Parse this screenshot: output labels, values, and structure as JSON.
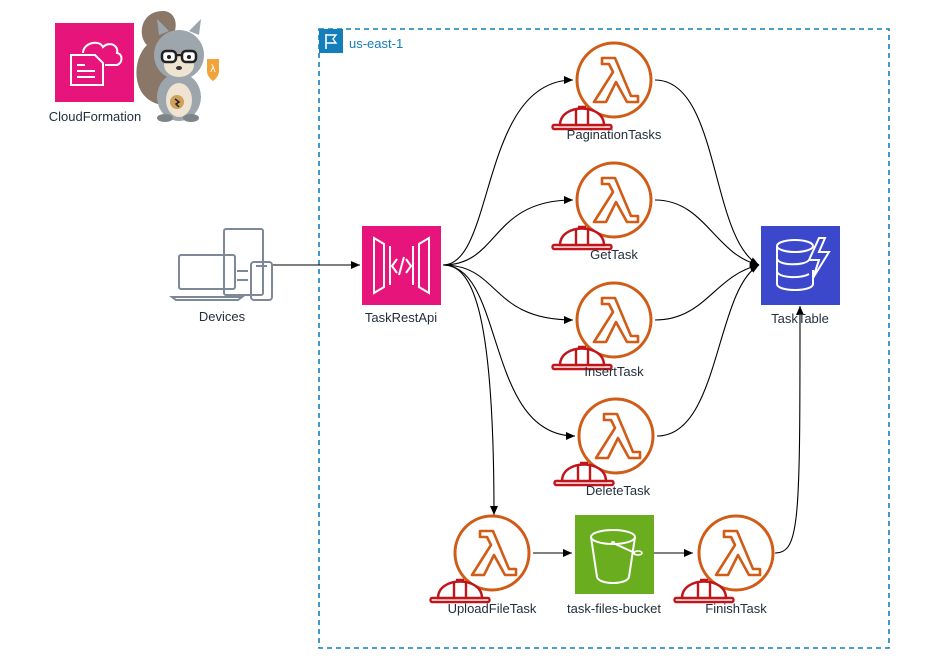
{
  "colors": {
    "region_border": "#147eba",
    "lambda_orange": "#d05c17",
    "hat_red": "#c0151b",
    "api_pink": "#e7157b",
    "dynamo_blue": "#3b48cc",
    "s3_green": "#6aae20",
    "device_gray": "#7d8998",
    "edge": "#000000"
  },
  "region": {
    "label": "us-east-1",
    "icon": "flag-icon"
  },
  "nodes": {
    "cloudformation": {
      "label": "CloudFormation",
      "icon": "cloudformation-icon"
    },
    "devices": {
      "label": "Devices",
      "icon": "devices-icon"
    },
    "task_rest_api": {
      "label": "TaskRestApi",
      "icon": "api-gateway-icon"
    },
    "pagination_tasks": {
      "label": "PaginationTasks",
      "icon": "lambda-icon"
    },
    "get_task": {
      "label": "GetTask",
      "icon": "lambda-icon"
    },
    "insert_task": {
      "label": "InsertTask",
      "icon": "lambda-icon"
    },
    "delete_task": {
      "label": "DeleteTask",
      "icon": "lambda-icon"
    },
    "upload_file_task": {
      "label": "UploadFileTask",
      "icon": "lambda-icon"
    },
    "task_files_bucket": {
      "label": "task-files-bucket",
      "icon": "s3-bucket-icon"
    },
    "finish_task": {
      "label": "FinishTask",
      "icon": "lambda-icon"
    },
    "task_table": {
      "label": "TaskTable",
      "icon": "dynamodb-icon"
    }
  },
  "edges": [
    {
      "from": "devices",
      "to": "task_rest_api"
    },
    {
      "from": "task_rest_api",
      "to": "pagination_tasks"
    },
    {
      "from": "task_rest_api",
      "to": "get_task"
    },
    {
      "from": "task_rest_api",
      "to": "insert_task"
    },
    {
      "from": "task_rest_api",
      "to": "delete_task"
    },
    {
      "from": "task_rest_api",
      "to": "upload_file_task"
    },
    {
      "from": "pagination_tasks",
      "to": "task_table"
    },
    {
      "from": "get_task",
      "to": "task_table"
    },
    {
      "from": "insert_task",
      "to": "task_table"
    },
    {
      "from": "delete_task",
      "to": "task_table"
    },
    {
      "from": "upload_file_task",
      "to": "task_files_bucket"
    },
    {
      "from": "task_files_bucket",
      "to": "finish_task"
    },
    {
      "from": "finish_task",
      "to": "task_table"
    }
  ]
}
